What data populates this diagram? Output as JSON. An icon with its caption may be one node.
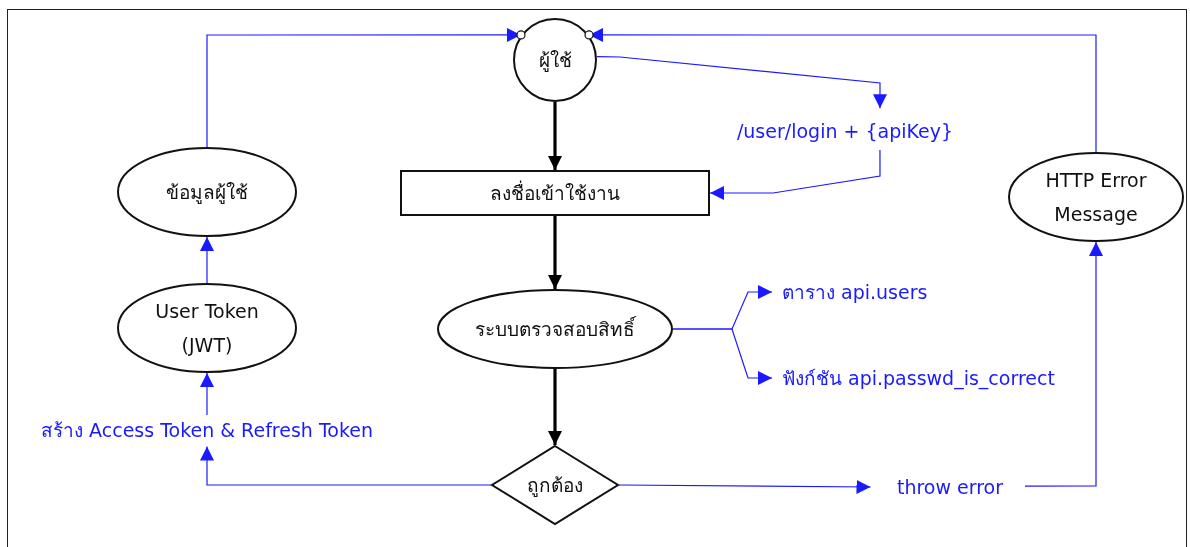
{
  "diagram": {
    "nodes": [
      {
        "text": [
          "ผู้ใช้"
        ]
      },
      {
        "text": [
          "ลงชื่อเข้าใช้งาน"
        ]
      },
      {
        "text": [
          "ระบบตรวจสอบสิทธิ์"
        ]
      },
      {
        "text": [
          "ถูกต้อง"
        ]
      },
      {
        "text": [
          "/user/login + {apiKey}"
        ]
      },
      {
        "text": [
          "ตาราง api.users"
        ]
      },
      {
        "text": [
          "ฟังก์ชัน api.passwd_is_correct"
        ]
      },
      {
        "text": [
          "throw error"
        ]
      },
      {
        "text": [
          "สร้าง Access Token & Refresh Token"
        ]
      },
      {
        "text": [
          "User Token (JWT)"
        ]
      },
      {
        "text": [
          "ข้อมูลผู้ใช้"
        ]
      },
      {
        "text": [
          "HTTP Error Message"
        ]
      }
    ],
    "edges": [
      {
        "from": 0,
        "to": 1,
        "arrow": "to",
        "style": "thick",
        "color": "#000000"
      },
      {
        "from": 1,
        "to": 2,
        "arrow": "to",
        "style": "thick",
        "color": "#000000"
      },
      {
        "from": 2,
        "to": 3,
        "arrow": "to",
        "style": "thick",
        "color": "#000000"
      },
      {
        "from": 0,
        "to": 4,
        "arrow": "to"
      },
      {
        "from": 4,
        "to": 1,
        "arrow": "to"
      },
      {
        "from": 2,
        "to": 5,
        "arrow": "to"
      },
      {
        "from": 2,
        "to": 6,
        "arrow": "to"
      },
      {
        "from": 3,
        "to": 7,
        "arrow": "to"
      },
      {
        "from": 7,
        "to": 11,
        "arrow": "to"
      },
      {
        "from": 11,
        "to": 0,
        "arrow": "to"
      },
      {
        "from": 3,
        "to": 8,
        "arrow": "to"
      },
      {
        "from": 8,
        "to": 9,
        "arrow": "to"
      },
      {
        "from": 9,
        "to": 10,
        "arrow": "to"
      },
      {
        "from": 10,
        "to": 0,
        "arrow": "to"
      }
    ]
  }
}
